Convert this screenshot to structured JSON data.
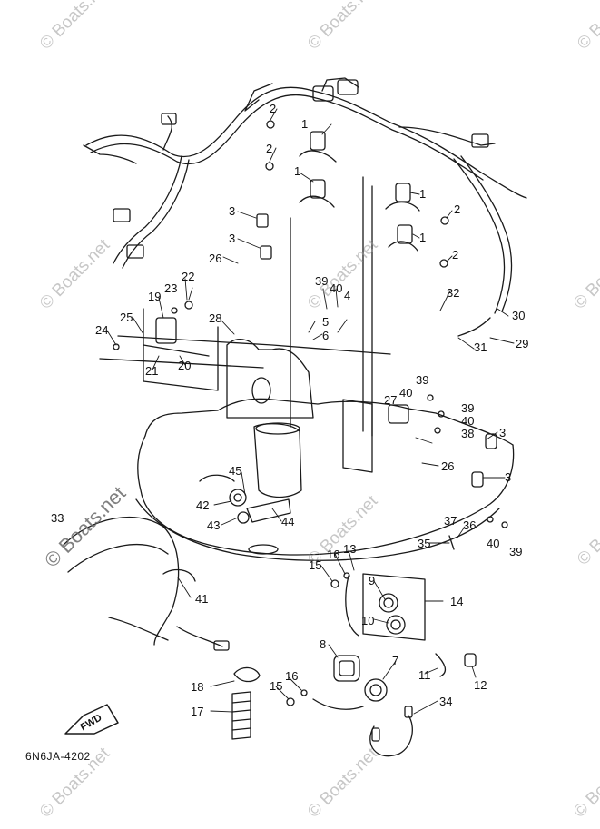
{
  "watermark": "© Boats.net",
  "diagram_code": "6N6JA-4202",
  "fwd_label": "FWD",
  "callouts": [
    "1",
    "2",
    "2",
    "1",
    "1",
    "2",
    "1",
    "2",
    "3",
    "3",
    "26",
    "22",
    "23",
    "19",
    "25",
    "24",
    "21",
    "20",
    "28",
    "39",
    "40",
    "4",
    "5",
    "6",
    "32",
    "30",
    "29",
    "31",
    "39",
    "40",
    "27",
    "39",
    "40",
    "38",
    "3",
    "3",
    "26",
    "45",
    "42",
    "43",
    "44",
    "37",
    "36",
    "35",
    "40",
    "39",
    "15",
    "16",
    "13",
    "9",
    "14",
    "10",
    "8",
    "7",
    "11",
    "12",
    "18",
    "16",
    "15",
    "17",
    "34",
    "41",
    "33"
  ]
}
